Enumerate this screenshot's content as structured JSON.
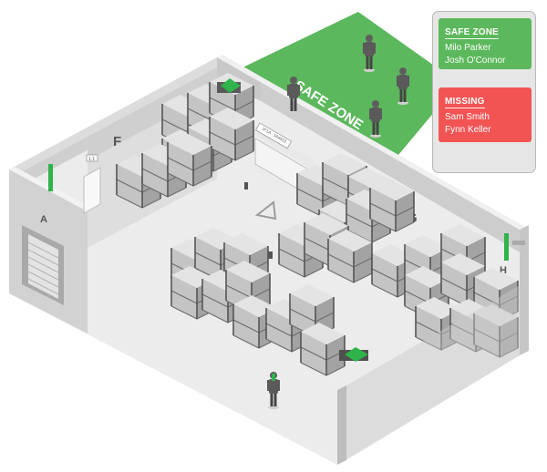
{
  "zone_sign": "SAFE ZONE",
  "zone_labels": [
    "A",
    "F",
    "G",
    "H"
  ],
  "door_signs": {
    "door_f": "1.1",
    "main_door": "1F1A - 1B4553"
  },
  "panel": {
    "safe": {
      "title": "SAFE ZONE",
      "names": [
        "Milo Parker",
        "Josh O'Connor"
      ],
      "color": "#5cb85c"
    },
    "missing": {
      "title": "MISSING",
      "names": [
        "Sam Smith",
        "Fynn Keller"
      ],
      "color": "#f25454"
    }
  },
  "colors": {
    "safe_zone": "#5cb85c",
    "beacon": "#2fb34a",
    "floor": "#ececec",
    "wall": "#d3d3d3"
  }
}
